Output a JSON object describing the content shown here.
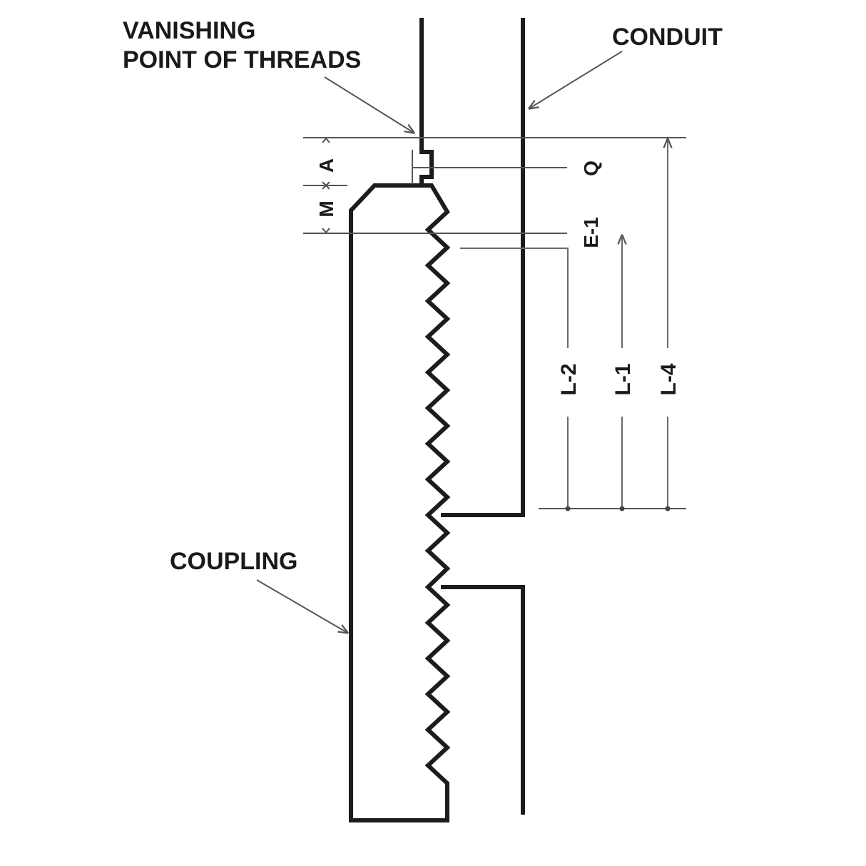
{
  "diagram": {
    "title": "Conduit and coupling thread dimension diagram",
    "labels": {
      "vanishing_line1": "VANISHING",
      "vanishing_line2": "POINT OF THREADS",
      "conduit": "CONDUIT",
      "coupling": "COUPLING"
    },
    "dimensions": {
      "a": "A",
      "m": "M",
      "q": "Q",
      "e1": "E-1",
      "l2": "L-2",
      "l1": "L-1",
      "l4": "L-4"
    },
    "colors": {
      "line": "#1c1c1c",
      "dimension_line": "#6a6a6a",
      "background": "#ffffff"
    }
  }
}
